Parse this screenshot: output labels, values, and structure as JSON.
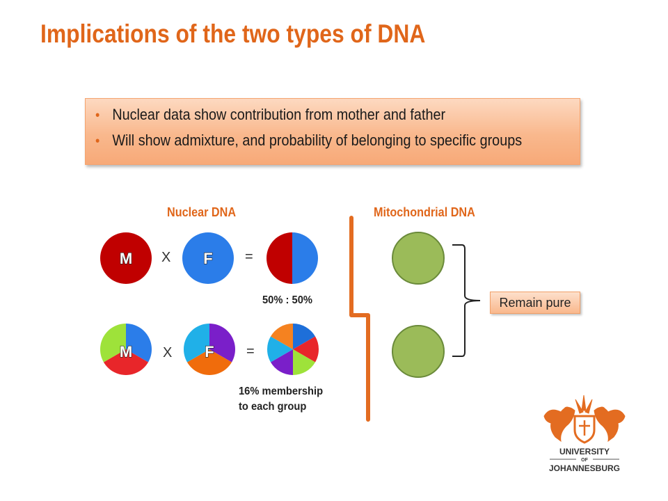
{
  "slide": {
    "title": "Implications of the two types of DNA"
  },
  "bullets": [
    "Nuclear data show contribution from mother and father",
    "Will show admixture, and probability of belonging to specific groups"
  ],
  "nuclear": {
    "heading": "Nuclear DNA",
    "row1": {
      "mother_label": "M",
      "father_label": "F",
      "times": "X",
      "equals": "=",
      "result_caption": "50% : 50%",
      "colors": {
        "mother": "#c00000",
        "father": "#2b7de9"
      }
    },
    "row2": {
      "mother_label": "M",
      "father_label": "F",
      "times": "X",
      "equals": "=",
      "result_caption_line1": "16% membership",
      "result_caption_line2": "to each group",
      "colors": {
        "mother": [
          "#2b7de9",
          "#e8262a",
          "#9ee23a"
        ],
        "father": [
          "#7a1fc9",
          "#f06c0c",
          "#20b0e8"
        ],
        "result": [
          "#1e6fd9",
          "#e8262a",
          "#9ee23a",
          "#7a1fc9",
          "#20b0e8",
          "#f58220"
        ]
      }
    }
  },
  "mitochondrial": {
    "heading": "Mitochondrial DNA",
    "callout": "Remain pure",
    "circle_color": "#9bbb59"
  },
  "logo": {
    "line1": "UNIVERSITY",
    "line2": "OF",
    "line3": "JOHANNESBURG",
    "color": "#e36c21"
  }
}
